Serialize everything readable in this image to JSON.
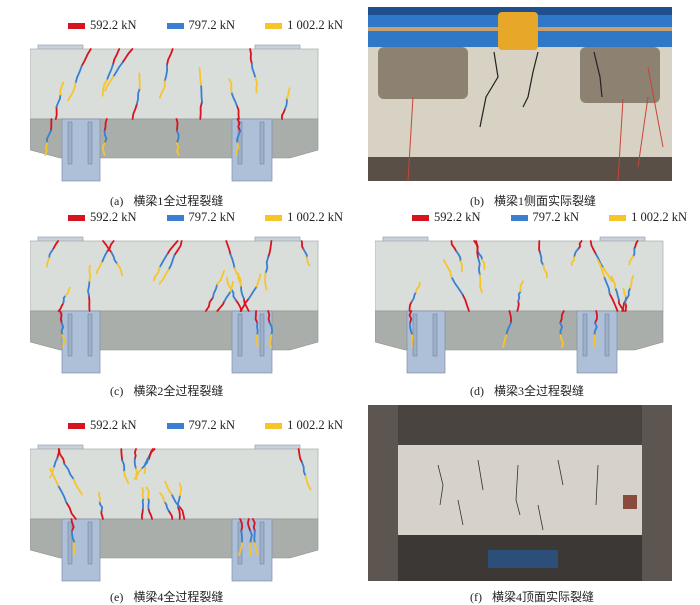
{
  "legend": [
    {
      "label": "592.2 kN",
      "color": "#d7141e"
    },
    {
      "label": "797.2 kN",
      "color": "#3a7fd0"
    },
    {
      "label": "1 002.2 kN",
      "color": "#f7c52a"
    }
  ],
  "panels": [
    {
      "tag": "(a)",
      "caption": "横梁1全过程裂缝"
    },
    {
      "tag": "(b)",
      "caption": "横梁1侧面实际裂缝"
    },
    {
      "tag": "(c)",
      "caption": "横梁2全过程裂缝"
    },
    {
      "tag": "(d)",
      "caption": "横梁3全过程裂缝"
    },
    {
      "tag": "(e)",
      "caption": "横梁4全过程裂缝"
    },
    {
      "tag": "(f)",
      "caption": "横梁4顶面实际裂缝"
    }
  ],
  "colors": {
    "beam_light": "#d9dedb",
    "beam_dark": "#a9aeab",
    "support": "#aebfd8"
  }
}
